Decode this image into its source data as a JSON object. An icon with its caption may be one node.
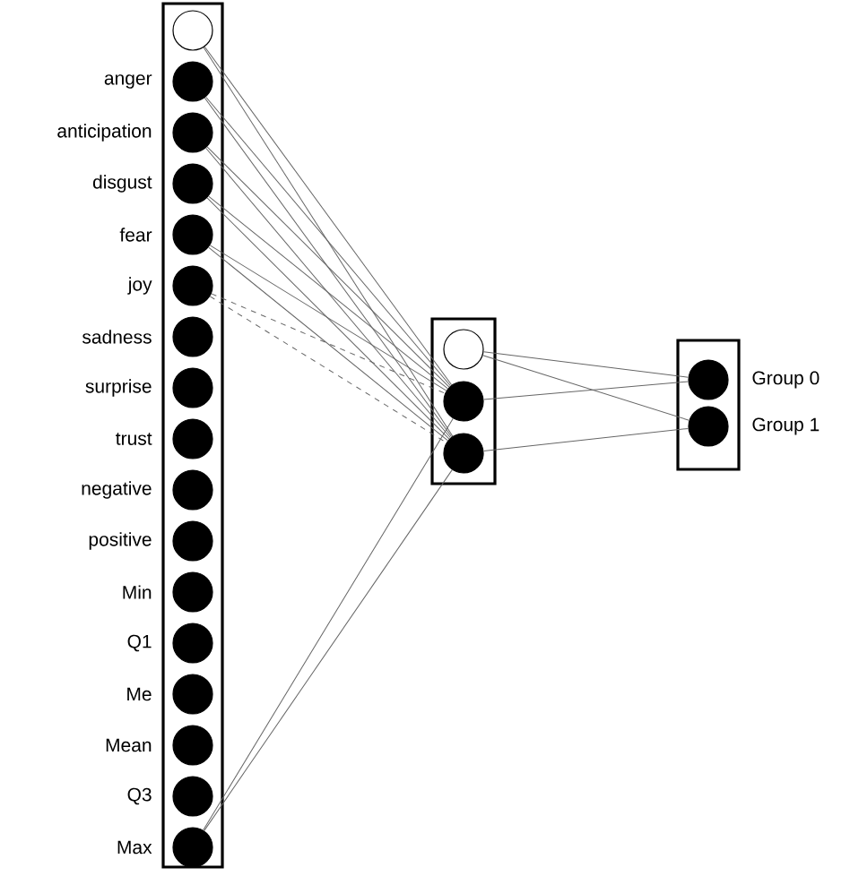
{
  "diagram": {
    "nodes": [
      {
        "text": [],
        "shape": "box"
      },
      {
        "text": [],
        "shape": "circle",
        "in": 0
      },
      {
        "text": [],
        "shape": "dot",
        "in": 0,
        "beside": [
          "anger"
        ]
      },
      {
        "text": [],
        "shape": "dot",
        "in": 0,
        "beside": [
          "anticipation"
        ]
      },
      {
        "text": [],
        "shape": "dot",
        "in": 0,
        "beside": [
          "disgust"
        ]
      },
      {
        "text": [],
        "shape": "dot",
        "in": 0,
        "beside": [
          "fear"
        ]
      },
      {
        "text": [],
        "shape": "dot",
        "in": 0,
        "beside": [
          "joy"
        ]
      },
      {
        "text": [],
        "shape": "dot",
        "in": 0,
        "beside": [
          "sadness"
        ]
      },
      {
        "text": [],
        "shape": "dot",
        "in": 0,
        "beside": [
          "surprise"
        ]
      },
      {
        "text": [],
        "shape": "dot",
        "in": 0,
        "beside": [
          "trust"
        ]
      },
      {
        "text": [],
        "shape": "dot",
        "in": 0,
        "beside": [
          "negative"
        ]
      },
      {
        "text": [],
        "shape": "dot",
        "in": 0,
        "beside": [
          "positive"
        ]
      },
      {
        "text": [],
        "shape": "dot",
        "in": 0,
        "beside": [
          "Min"
        ]
      },
      {
        "text": [],
        "shape": "dot",
        "in": 0,
        "beside": [
          "Q1"
        ]
      },
      {
        "text": [],
        "shape": "dot",
        "in": 0,
        "beside": [
          "Me"
        ]
      },
      {
        "text": [],
        "shape": "dot",
        "in": 0,
        "beside": [
          "Mean"
        ]
      },
      {
        "text": [],
        "shape": "dot",
        "in": 0,
        "beside": [
          "Q3"
        ]
      },
      {
        "text": [],
        "shape": "dot",
        "in": 0,
        "beside": [
          "Max"
        ]
      },
      {
        "text": [],
        "shape": "box"
      },
      {
        "text": [],
        "shape": "circle",
        "in": 18
      },
      {
        "text": [],
        "shape": "dot",
        "in": 18
      },
      {
        "text": [],
        "shape": "dot",
        "in": 18
      },
      {
        "text": [],
        "shape": "box"
      },
      {
        "text": [],
        "shape": "dot",
        "in": 22,
        "beside": [
          "Group 0"
        ]
      },
      {
        "text": [],
        "shape": "dot",
        "in": 22,
        "beside": [
          "Group 1"
        ]
      }
    ],
    "edges": [
      {
        "from": 1,
        "to": 20,
        "arrow": "none"
      },
      {
        "from": 1,
        "to": 21,
        "arrow": "none"
      },
      {
        "from": 2,
        "to": 20,
        "arrow": "none"
      },
      {
        "from": 2,
        "to": 21,
        "arrow": "none"
      },
      {
        "from": 3,
        "to": 20,
        "arrow": "none"
      },
      {
        "from": 3,
        "to": 21,
        "arrow": "none"
      },
      {
        "from": 4,
        "to": 20,
        "arrow": "none"
      },
      {
        "from": 4,
        "to": 21,
        "arrow": "none"
      },
      {
        "from": 5,
        "to": 20,
        "arrow": "none"
      },
      {
        "from": 5,
        "to": 21,
        "arrow": "none"
      },
      {
        "from": 6,
        "to": 20,
        "arrow": "none",
        "style": "dashed"
      },
      {
        "from": 6,
        "to": 21,
        "arrow": "none",
        "style": "dashed"
      },
      {
        "from": 17,
        "to": 20,
        "arrow": "none"
      },
      {
        "from": 17,
        "to": 21,
        "arrow": "none"
      },
      {
        "from": 19,
        "to": 23,
        "arrow": "none"
      },
      {
        "from": 19,
        "to": 24,
        "arrow": "none"
      },
      {
        "from": 20,
        "to": 23,
        "arrow": "none"
      },
      {
        "from": 21,
        "to": 24,
        "arrow": "none"
      }
    ]
  }
}
